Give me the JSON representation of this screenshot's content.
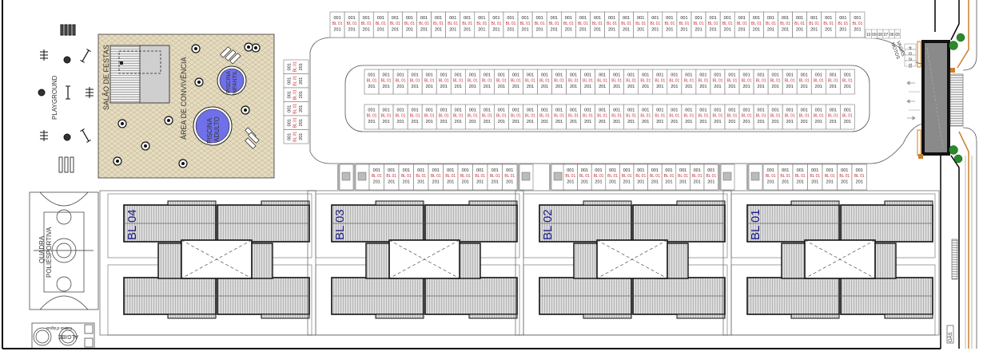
{
  "title": "Implantação - Condomínio residencial",
  "parking": {
    "line1": "001",
    "line2": "BL 01",
    "line3": "201",
    "top_row_count": 37,
    "island_row_count": 34,
    "left_column_count": 6,
    "bottom_groups": [
      10,
      11,
      7
    ],
    "moto_numbers": [
      "10",
      "09",
      "08",
      "07",
      "06",
      "05"
    ],
    "moto_numbers_side": [
      "04",
      "03",
      "02",
      "01"
    ],
    "moto_label_1": "VAGAS",
    "moto_label_2": "MOTOS"
  },
  "blocks": [
    {
      "label": "BL 04"
    },
    {
      "label": "BL 03"
    },
    {
      "label": "BL 02"
    },
    {
      "label": "BL 01"
    }
  ],
  "leisure": {
    "party_hall": "SALÃO DE FESTAS",
    "living_area": "ÁREA DE CONVIVÊNCIA",
    "pool_child_1": "PISCINA",
    "pool_child_2": "INFANTIL",
    "pool_adult_1": "PISCINA",
    "pool_adult_2": "ADULTO",
    "playground": "PLAYGROUND",
    "court_1": "QUADRA",
    "court_2": "POLIESPORTIVA"
  },
  "utilities": {
    "water_tank": "Caixa d'água",
    "tank_2": "ALGIBE",
    "gas": "GÁS"
  },
  "colors": {
    "pool": "#7070e8",
    "paving": "#e6dcc0",
    "roof": "#d4d4d4",
    "gate": "#8a8a8a",
    "pipe": "#c8802a",
    "tree": "#2a8a2a",
    "parking_red": "#c0303a",
    "block_label": "#1c1c8a"
  }
}
